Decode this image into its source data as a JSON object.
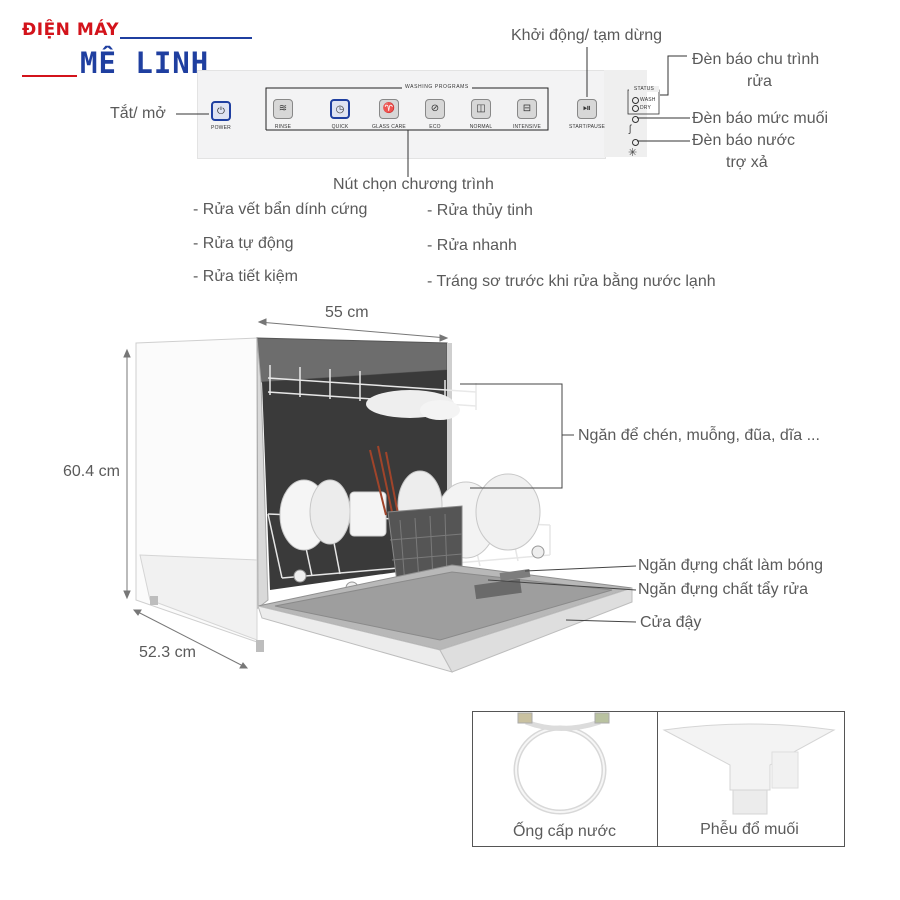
{
  "logo": {
    "line1": "ĐIỆN MÁY",
    "line2": "MÊ LINH",
    "red": "#d3131b",
    "blue": "#1f3fa0"
  },
  "panel": {
    "programs_title": "WASHING PROGRAMS",
    "buttons": [
      {
        "label": "POWER",
        "icon": "power-icon"
      },
      {
        "label": "RINSE",
        "icon": "rinse-icon"
      },
      {
        "label": "QUICK",
        "icon": "quick-icon"
      },
      {
        "label": "GLASS CARE",
        "icon": "glass-icon"
      },
      {
        "label": "ECO",
        "icon": "eco-icon"
      },
      {
        "label": "NORMAL",
        "icon": "normal-icon"
      },
      {
        "label": "INTENSIVE",
        "icon": "intensive-icon"
      },
      {
        "label": "START/PAUSE",
        "icon": "start-pause-icon"
      }
    ],
    "status_title": "STATUS",
    "status_items": [
      "WASH",
      "DRY"
    ]
  },
  "callouts": {
    "power": "Tắt/ mở",
    "start_pause": "Khởi động/ tạm dừng",
    "cycle_light": [
      "Đèn báo chu trình",
      "rửa"
    ],
    "salt_light": "Đèn báo mức muối",
    "rinse_aid_light": [
      "Đèn báo nước",
      "trợ xả"
    ],
    "program_selector": "Nút chọn chương trình"
  },
  "programs": {
    "left": [
      "- Rửa vết bẩn dính cứng",
      "- Rửa tự động",
      "- Rửa tiết kiệm"
    ],
    "right": [
      "- Rửa thủy tinh",
      "- Rửa nhanh",
      "- Tráng sơ trước khi rửa bằng nước lạnh"
    ]
  },
  "dimensions": {
    "width": "55 cm",
    "height": "60.4 cm",
    "depth": "52.3 cm"
  },
  "parts": {
    "racks": "Ngăn để chén, muỗng, đũa, dĩa ...",
    "rinse_aid": "Ngăn đựng chất làm bóng",
    "detergent": "Ngăn đựng chất tẩy rửa",
    "door": "Cửa đậy"
  },
  "accessories": [
    "Ống cấp nước",
    "Phễu đổ muối"
  ]
}
